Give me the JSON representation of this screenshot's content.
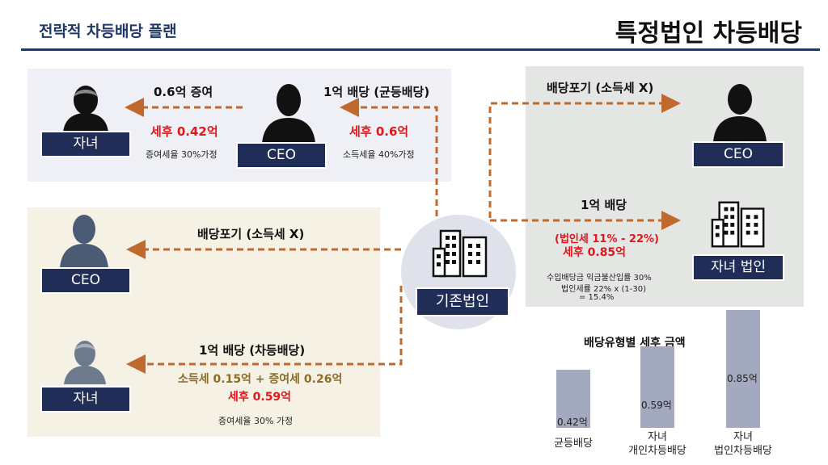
{
  "header": {
    "subtitle": "전략적 차등배당 플랜",
    "title": "특정법인 차등배당"
  },
  "panel_uniform": {
    "child_label": "자녀",
    "ceo_label": "CEO",
    "gift_label": "0.6억 증여",
    "gift_after_tax": "세후 0.42억",
    "gift_tax_note": "증여세율 30%가정",
    "dividend_label": "1억 배당 (균등배당)",
    "dividend_after_tax": "세후 0.6억",
    "income_tax_note": "소득세율 40%가정"
  },
  "panel_individual": {
    "ceo_label": "CEO",
    "child_label": "자녀",
    "waive_label": "배당포기 (소득세 X)",
    "dividend_label": "1억 배당 (차등배당)",
    "tax_line": "소득세 0.15억 + 증여세 0.26억",
    "after_tax": "세후 0.59억",
    "gift_tax_note": "증여세율 30% 가정"
  },
  "center": {
    "existing_corp_label": "기존법인"
  },
  "panel_corporate": {
    "waive_label": "배당포기 (소득세 X)",
    "ceo_label": "CEO",
    "dividend_label": "1억 배당",
    "corp_tax_range": "(법인세 11% - 22%)",
    "after_tax": "세후 0.85억",
    "child_corp_label": "자녀 법인",
    "note_line1": "수입배당금 익금불산입률 30%",
    "note_line2": "법인세률 22% x (1-30)",
    "note_line3": "= 15.4%"
  },
  "chart_data": {
    "type": "bar",
    "title": "배당유형별 세후 금액",
    "categories": [
      "균등배당",
      "자녀\n개인차등배당",
      "자녀\n법인차등배당"
    ],
    "values": [
      0.42,
      0.59,
      0.85
    ],
    "value_labels": [
      "0.42억",
      "0.59억",
      "0.85억"
    ],
    "ylim": [
      0,
      0.85
    ],
    "bar_color": "#a3aac0"
  },
  "colors": {
    "navy": "#1f2d57",
    "accent_red": "#e3161b",
    "arrow": "#c0692f",
    "gold": "#8a6d2c"
  }
}
